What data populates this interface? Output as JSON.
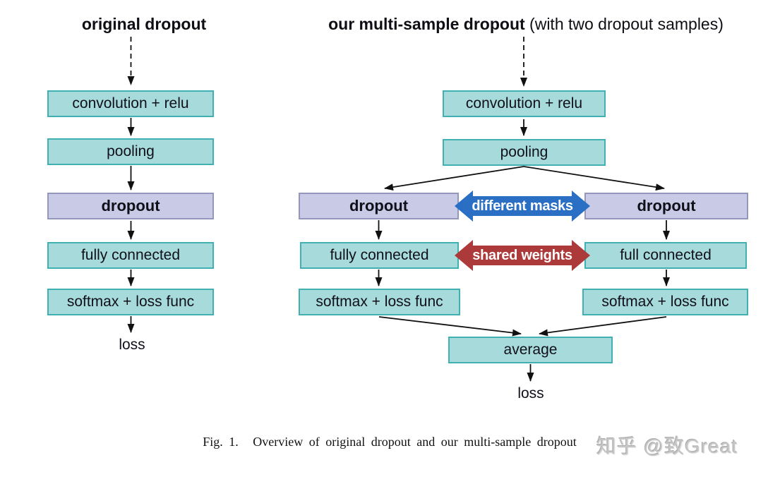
{
  "colors": {
    "teal-fill": "#a7dadb",
    "teal-border": "#41b0b2",
    "purple-fill": "#c9cae6",
    "purple-border": "#9396bd",
    "arrow-blue": "#2a6fc3",
    "arrow-red": "#ad3a3a",
    "ink": "#14141a",
    "watermark-gray": "#c6c6c6"
  },
  "left_diagram": {
    "title": "original dropout",
    "boxes": {
      "conv": "convolution + relu",
      "pooling": "pooling",
      "dropout": "dropout",
      "fc": "fully connected",
      "softmax": "softmax + loss func"
    },
    "output_label": "loss"
  },
  "right_diagram": {
    "title_bold": "our multi-sample dropout",
    "title_rest": " (with two dropout samples)",
    "boxes": {
      "conv": "convolution + relu",
      "pooling": "pooling",
      "dropout_left": "dropout",
      "dropout_right": "dropout",
      "fc_left": "fully connected",
      "fc_right": "full connected",
      "softmax_left": "softmax + loss func",
      "softmax_right": "softmax + loss func",
      "average": "average"
    },
    "connector_labels": {
      "different_masks": "different masks",
      "shared_weights": "shared weights"
    },
    "output_label": "loss"
  },
  "caption": {
    "label": "Fig. 1.",
    "text": "Overview of original dropout and our multi-sample dropout"
  },
  "watermark": "知乎 @致Great"
}
